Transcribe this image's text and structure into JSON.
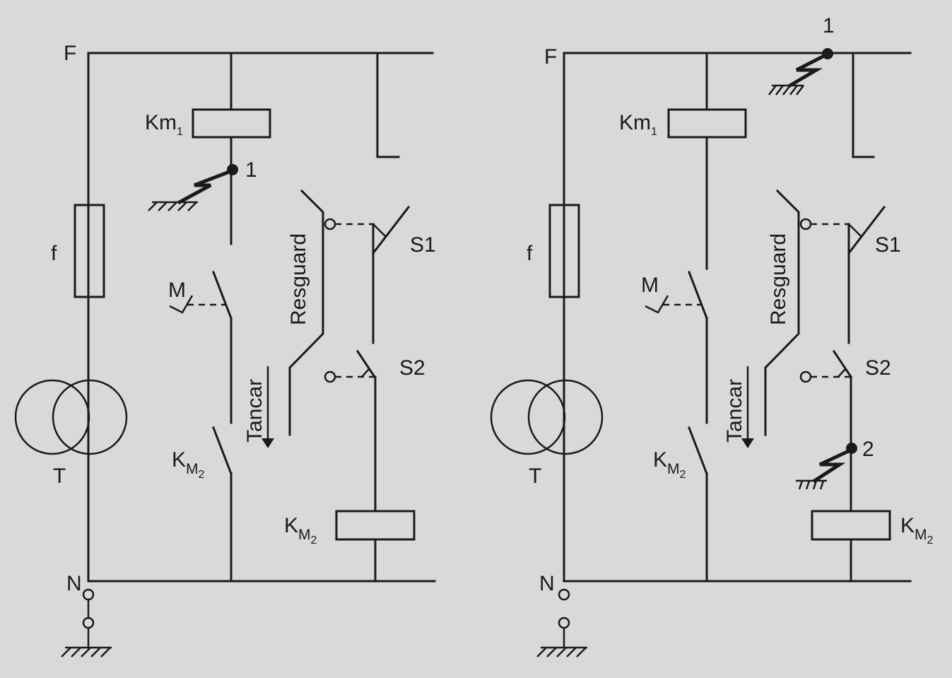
{
  "figure": {
    "background": "#d9d9d9",
    "ink": "#1a1a1a",
    "diagrams": [
      {
        "id": "left",
        "labels": {
          "phase": "F",
          "neutral": "N",
          "fuse": "f",
          "transformer": "T",
          "coil_km1_main": "Km",
          "coil_km1_sub": "1",
          "contact_m": "M",
          "contact_km2_main": "K",
          "contact_km2_sub": "M",
          "contact_km2_sub2": "2",
          "guard": "Resguard",
          "close": "Tancar",
          "s1": "S1",
          "s2": "S2",
          "coil_km2_main": "K",
          "coil_km2_sub": "M",
          "coil_km2_sub2": "2",
          "fault1": "1"
        },
        "neutral_grounded": true
      },
      {
        "id": "right",
        "labels": {
          "phase": "F",
          "neutral": "N",
          "fuse": "f",
          "transformer": "T",
          "coil_km1_main": "Km",
          "coil_km1_sub": "1",
          "contact_m": "M",
          "contact_km2_main": "K",
          "contact_km2_sub": "M",
          "contact_km2_sub2": "2",
          "guard": "Resguard",
          "close": "Tancar",
          "s1": "S1",
          "s2": "S2",
          "coil_km2_main": "K",
          "coil_km2_sub": "M",
          "coil_km2_sub2": "2",
          "fault1": "1",
          "fault2": "2"
        },
        "neutral_grounded": false
      }
    ]
  }
}
